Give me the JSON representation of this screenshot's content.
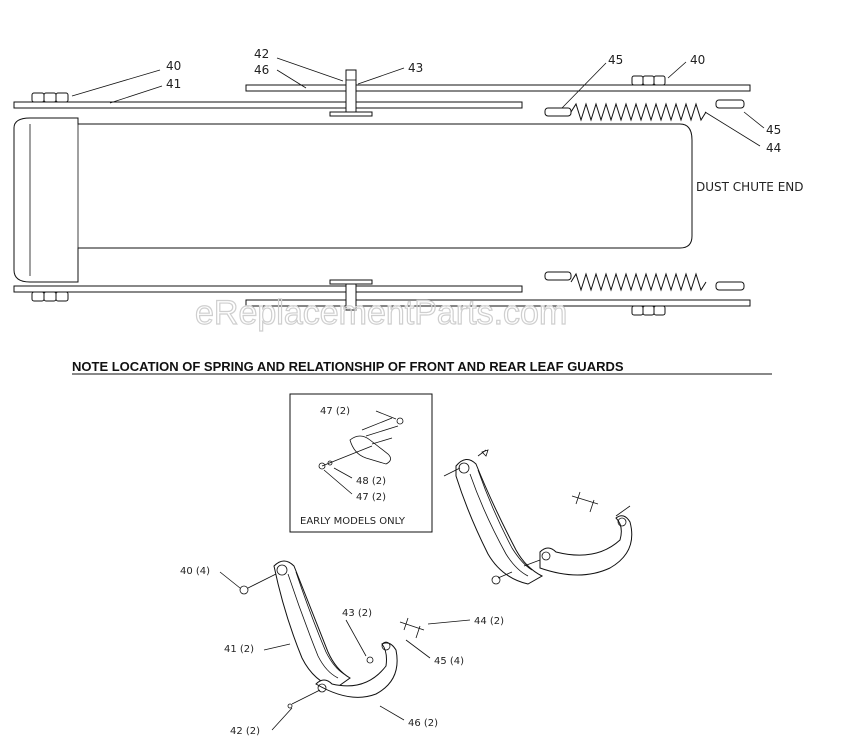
{
  "diagram": {
    "side_view": {
      "end_label": "DUST CHUTE END",
      "callouts": {
        "c40a": "40",
        "c41": "41",
        "c42": "42",
        "c46": "46",
        "c43": "43",
        "c45top": "45",
        "c40b": "40",
        "c45": "45",
        "c44": "44"
      }
    },
    "note": "NOTE LOCATION OF SPRING AND RELATIONSHIP OF FRONT AND REAR LEAF GUARDS",
    "inset": {
      "caption": "EARLY MODELS ONLY",
      "callouts": {
        "c47a": "47 (2)",
        "c48": "48 (2)",
        "c47b": "47 (2)"
      }
    },
    "exploded": {
      "callouts": {
        "c40": "40 (4)",
        "c43": "43 (2)",
        "c44": "44 (2)",
        "c41": "41 (2)",
        "c45": "45 (4)",
        "c42": "42 (2)",
        "c46": "46 (2)"
      }
    },
    "watermark": "eReplacementParts.com"
  }
}
